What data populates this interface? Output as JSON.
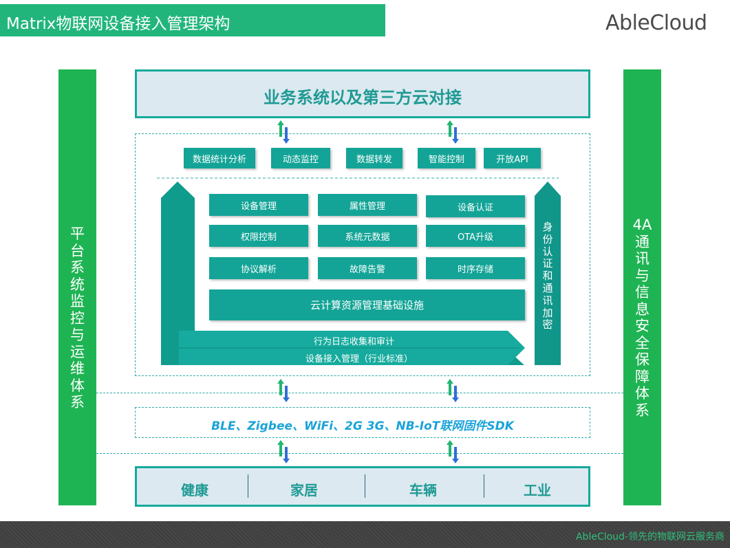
{
  "header": {
    "title": "Matrix物联网设备接入管理架构",
    "logo": "AbleCloud"
  },
  "top_box": {
    "label": "业务系统以及第三方云对接"
  },
  "services": [
    "数据统计分析",
    "动态监控",
    "数据转发",
    "智能控制",
    "开放API"
  ],
  "modules": [
    "设备管理",
    "属性管理",
    "设备认证",
    "权限控制",
    "系统元数据",
    "OTA升级",
    "协议解析",
    "故障告警",
    "时序存储"
  ],
  "cloud_infra": "云计算资源管理基础设施",
  "arrow_labels": {
    "audit": "行为日志收集和审计",
    "access": "设备接入管理（行业标准）"
  },
  "auth_bar": "身\n份\n认\n证\n和\n通\n讯\n加\n密",
  "left_bar": "平\n台\n系\n统\n监\n控\n与\n运\n维\n体\n系",
  "right_bar": "4A\n通\n讯\n与\n信\n息\n安\n全\n保\n障\n体\n系",
  "sdk_text": "BLE、Zigbee、WiFi、2G 3G、NB-IoT联网固件SDK",
  "industries": [
    "健康",
    "家居",
    "车辆",
    "工业"
  ],
  "footer": "AbleCloud-领先的物联网云服务商",
  "colors": {
    "green": "#1fb453",
    "teal": "#13a497",
    "title_green": "#21b57c",
    "box_fill": "#dce9f0",
    "sdk_blue": "#1aa3d9"
  }
}
